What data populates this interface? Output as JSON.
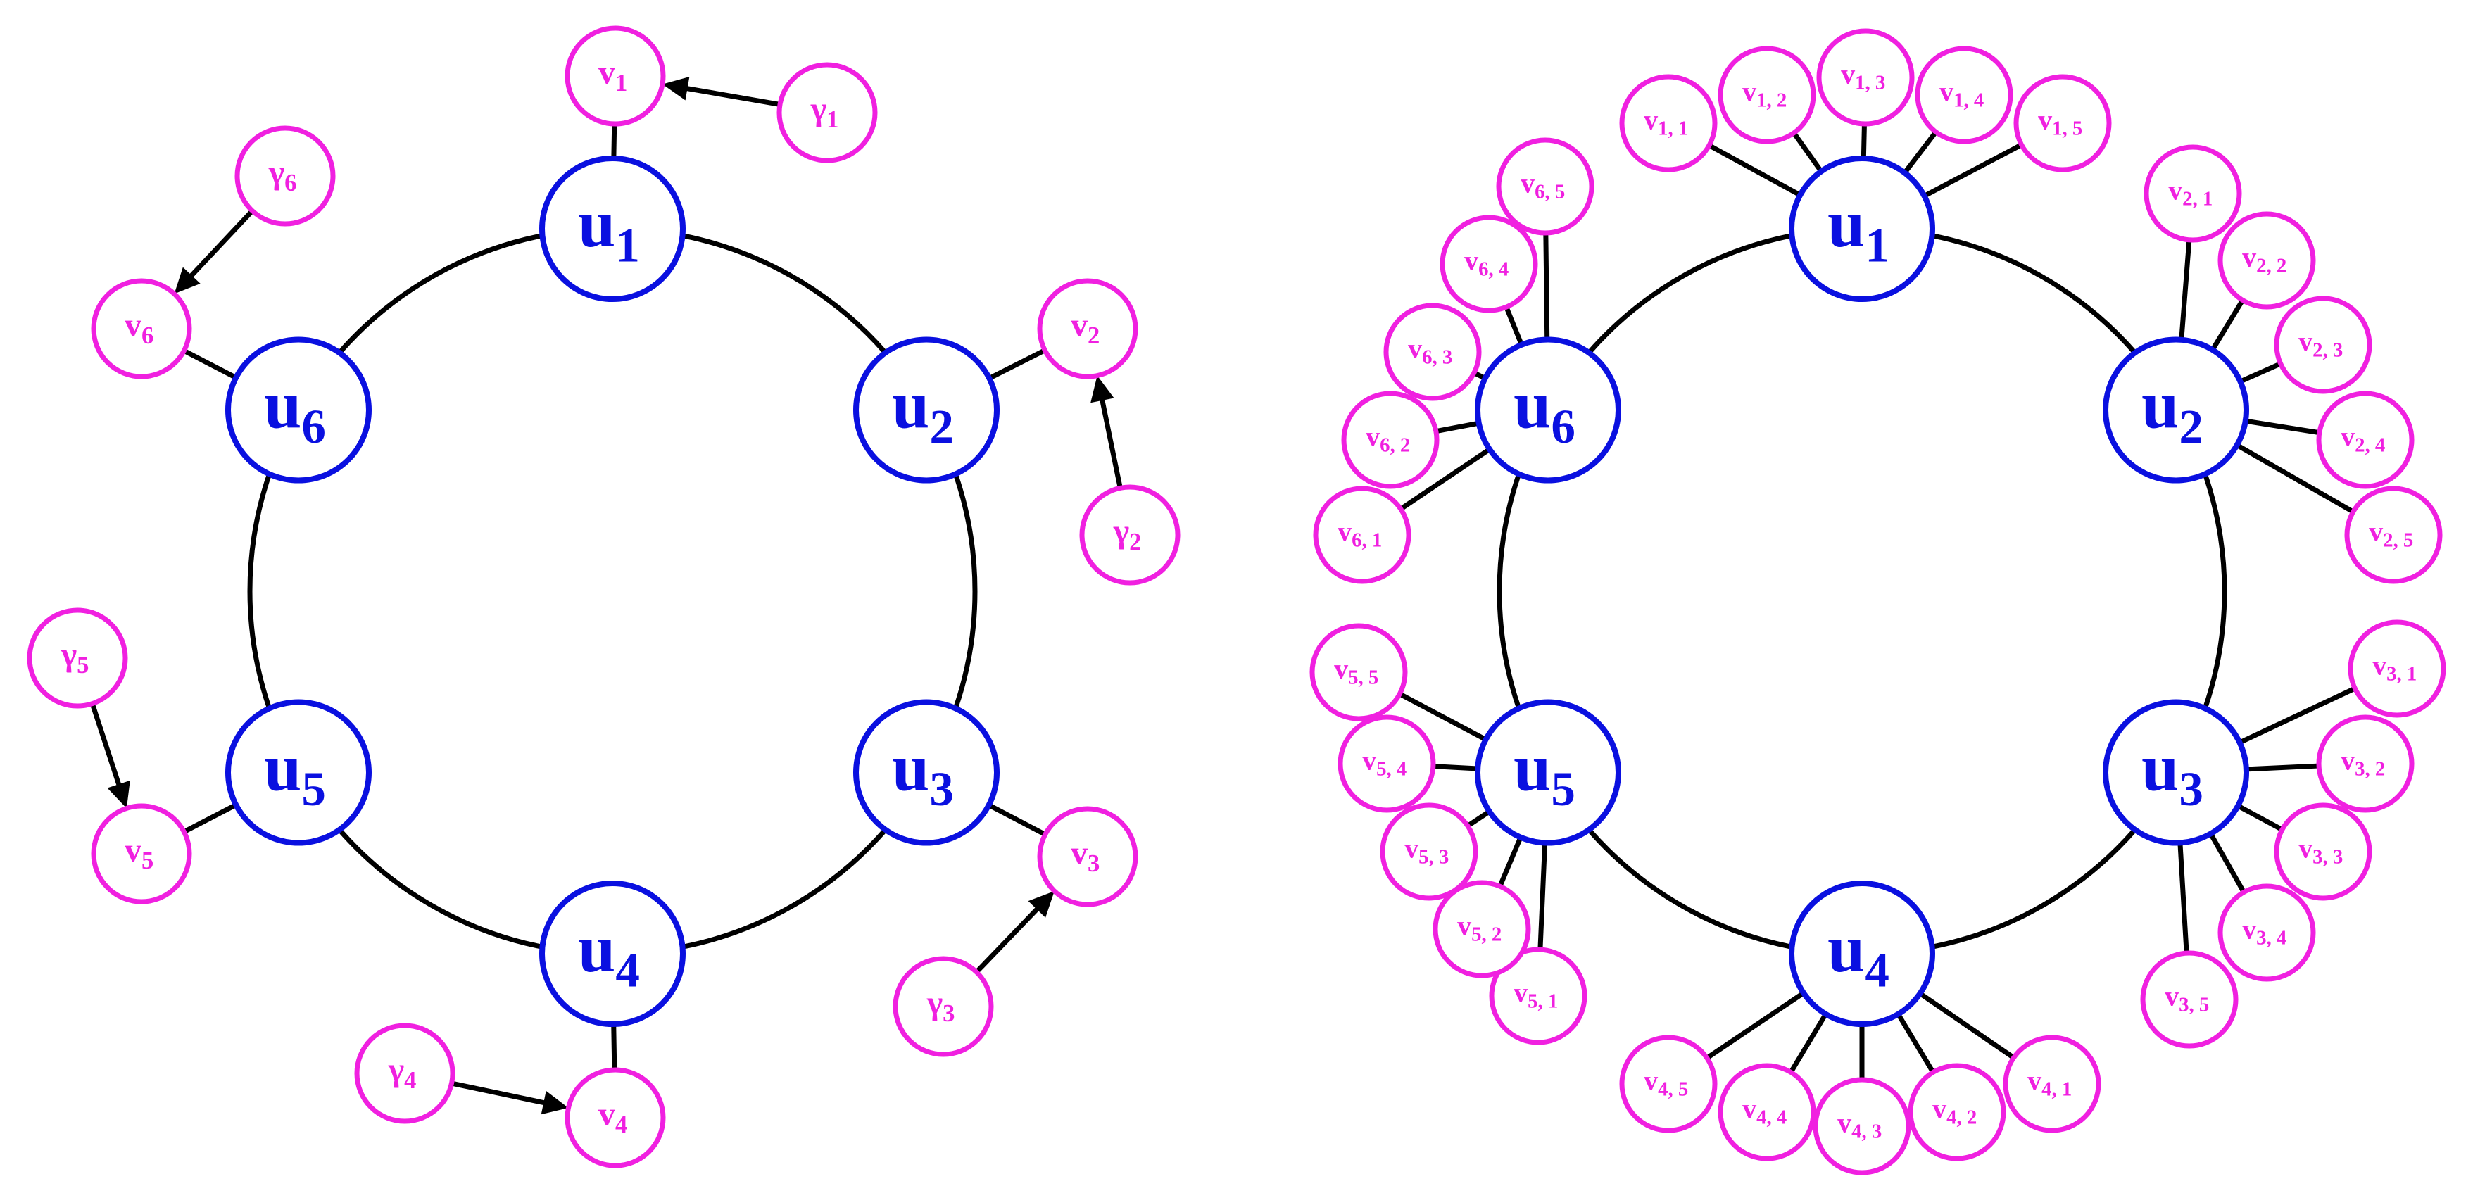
{
  "colors": {
    "hub": "#0a10e0",
    "leaf": "#f020e0",
    "edge": "#000000"
  },
  "left_diagram": {
    "hubs": [
      {
        "id": "u1",
        "base": "u",
        "sub": "1"
      },
      {
        "id": "u2",
        "base": "u",
        "sub": "2"
      },
      {
        "id": "u3",
        "base": "u",
        "sub": "3"
      },
      {
        "id": "u4",
        "base": "u",
        "sub": "4"
      },
      {
        "id": "u5",
        "base": "u",
        "sub": "5"
      },
      {
        "id": "u6",
        "base": "u",
        "sub": "6"
      }
    ],
    "v_nodes": [
      {
        "id": "v1",
        "base": "v",
        "sub": "1"
      },
      {
        "id": "v2",
        "base": "v",
        "sub": "2"
      },
      {
        "id": "v3",
        "base": "v",
        "sub": "3"
      },
      {
        "id": "v4",
        "base": "v",
        "sub": "4"
      },
      {
        "id": "v5",
        "base": "v",
        "sub": "5"
      },
      {
        "id": "v6",
        "base": "v",
        "sub": "6"
      }
    ],
    "gamma_nodes": [
      {
        "id": "g1",
        "base": "γ",
        "sub": "1"
      },
      {
        "id": "g2",
        "base": "γ",
        "sub": "2"
      },
      {
        "id": "g3",
        "base": "γ",
        "sub": "3"
      },
      {
        "id": "g4",
        "base": "γ",
        "sub": "4"
      },
      {
        "id": "g5",
        "base": "γ",
        "sub": "5"
      },
      {
        "id": "g6",
        "base": "γ",
        "sub": "6"
      }
    ]
  },
  "right_diagram": {
    "hubs": [
      {
        "id": "u1",
        "base": "u",
        "sub": "1"
      },
      {
        "id": "u2",
        "base": "u",
        "sub": "2"
      },
      {
        "id": "u3",
        "base": "u",
        "sub": "3"
      },
      {
        "id": "u4",
        "base": "u",
        "sub": "4"
      },
      {
        "id": "u5",
        "base": "u",
        "sub": "5"
      },
      {
        "id": "u6",
        "base": "u",
        "sub": "6"
      }
    ],
    "leaves": [
      {
        "hub": "u1",
        "base": "v",
        "sub": "1, 1"
      },
      {
        "hub": "u1",
        "base": "v",
        "sub": "1, 2"
      },
      {
        "hub": "u1",
        "base": "v",
        "sub": "1, 3"
      },
      {
        "hub": "u1",
        "base": "v",
        "sub": "1, 4"
      },
      {
        "hub": "u1",
        "base": "v",
        "sub": "1, 5"
      },
      {
        "hub": "u2",
        "base": "v",
        "sub": "2, 1"
      },
      {
        "hub": "u2",
        "base": "v",
        "sub": "2, 2"
      },
      {
        "hub": "u2",
        "base": "v",
        "sub": "2, 3"
      },
      {
        "hub": "u2",
        "base": "v",
        "sub": "2, 4"
      },
      {
        "hub": "u2",
        "base": "v",
        "sub": "2, 5"
      },
      {
        "hub": "u3",
        "base": "v",
        "sub": "3, 1"
      },
      {
        "hub": "u3",
        "base": "v",
        "sub": "3, 2"
      },
      {
        "hub": "u3",
        "base": "v",
        "sub": "3, 3"
      },
      {
        "hub": "u3",
        "base": "v",
        "sub": "3, 4"
      },
      {
        "hub": "u3",
        "base": "v",
        "sub": "3, 5"
      },
      {
        "hub": "u4",
        "base": "v",
        "sub": "4, 1"
      },
      {
        "hub": "u4",
        "base": "v",
        "sub": "4, 2"
      },
      {
        "hub": "u4",
        "base": "v",
        "sub": "4, 3"
      },
      {
        "hub": "u4",
        "base": "v",
        "sub": "4, 4"
      },
      {
        "hub": "u4",
        "base": "v",
        "sub": "4, 5"
      },
      {
        "hub": "u5",
        "base": "v",
        "sub": "5, 1"
      },
      {
        "hub": "u5",
        "base": "v",
        "sub": "5, 2"
      },
      {
        "hub": "u5",
        "base": "v",
        "sub": "5, 3"
      },
      {
        "hub": "u5",
        "base": "v",
        "sub": "5, 4"
      },
      {
        "hub": "u5",
        "base": "v",
        "sub": "5, 5"
      },
      {
        "hub": "u6",
        "base": "v",
        "sub": "6, 1"
      },
      {
        "hub": "u6",
        "base": "v",
        "sub": "6, 2"
      },
      {
        "hub": "u6",
        "base": "v",
        "sub": "6, 3"
      },
      {
        "hub": "u6",
        "base": "v",
        "sub": "6, 4"
      },
      {
        "hub": "u6",
        "base": "v",
        "sub": "6, 5"
      }
    ]
  }
}
